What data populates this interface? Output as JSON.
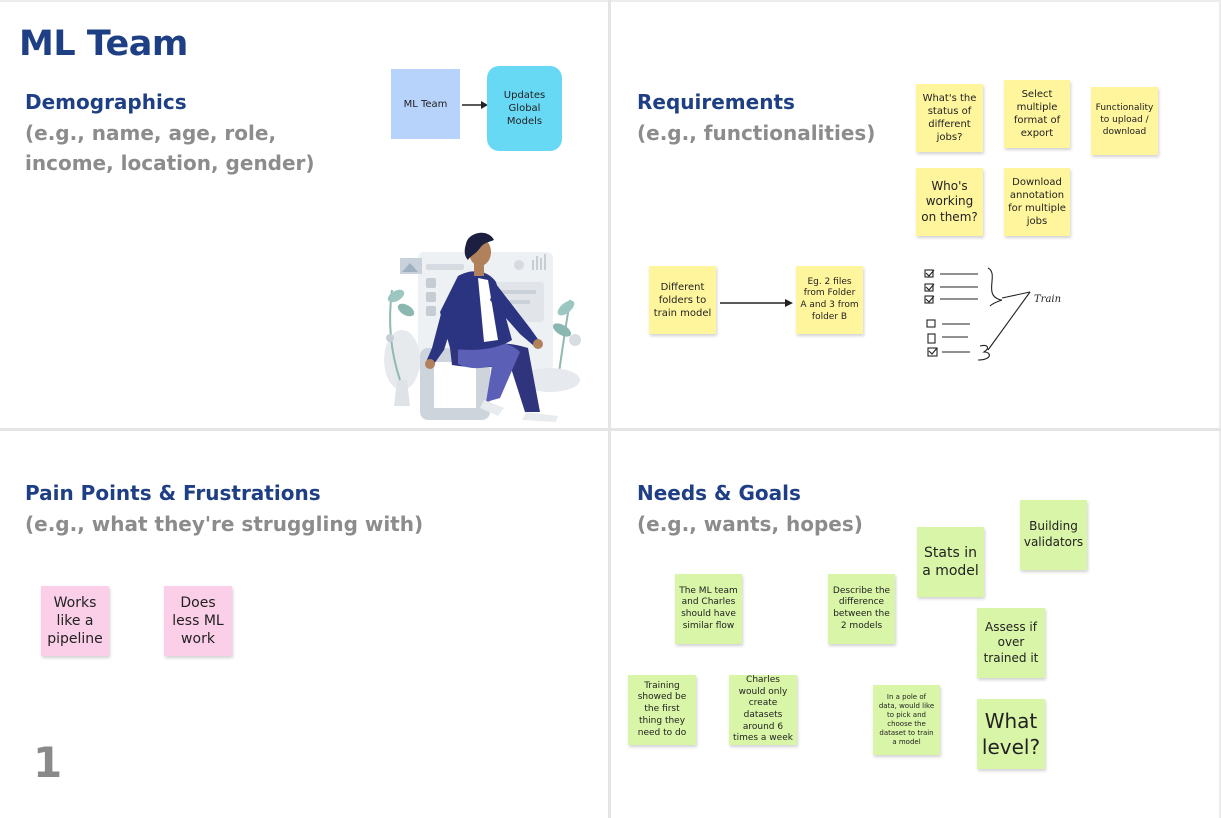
{
  "board": {
    "title": "ML Team",
    "page_number": "1"
  },
  "sections": {
    "demographics": {
      "title": "Demographics",
      "subtitle": "(e.g., name, age, role, income, location, gender)"
    },
    "requirements": {
      "title": "Requirements",
      "subtitle": "(e.g., functionalities)"
    },
    "pain_points": {
      "title": "Pain Points & Frustrations",
      "subtitle": "(e.g., what they're struggling with)"
    },
    "needs_goals": {
      "title": "Needs & Goals",
      "subtitle": "(e.g., wants, hopes)"
    }
  },
  "flow": {
    "source": "ML Team",
    "target": "Updates Global Models"
  },
  "requirement_notes": [
    "What's the status of different jobs?",
    "Select multiple format of export",
    "Functionality to upload / download",
    "Who's working on them?",
    "Download annotation for multiple jobs",
    "Different folders to train model",
    "Eg. 2 files from Folder A and 3 from folder B"
  ],
  "sketch": {
    "label": "Train"
  },
  "pain_notes": [
    "Works like a pipeline",
    "Does less ML work"
  ],
  "goal_notes": [
    "Building validators",
    "Stats in a model",
    "The ML team and Charles should have similar flow",
    "Describe the difference between the 2 models",
    "Assess if over trained it",
    "Training showed be the first thing they need to do",
    "Charles would only create datasets around 6 times a week",
    "In a pole of data, would like to pick and choose the dataset to train a model",
    "What level?"
  ],
  "colors": {
    "heading": "#1f3f85",
    "subheading": "#8c8c8c",
    "sticky_yellow": "#fff59d",
    "sticky_pink": "#fbcfe8",
    "sticky_green": "#d9f5a8",
    "shape_blue": "#b7d2fb",
    "shape_cyan": "#67d9f5"
  },
  "icons": [
    "person-illustration",
    "arrow-icon",
    "checklist-sketch"
  ]
}
